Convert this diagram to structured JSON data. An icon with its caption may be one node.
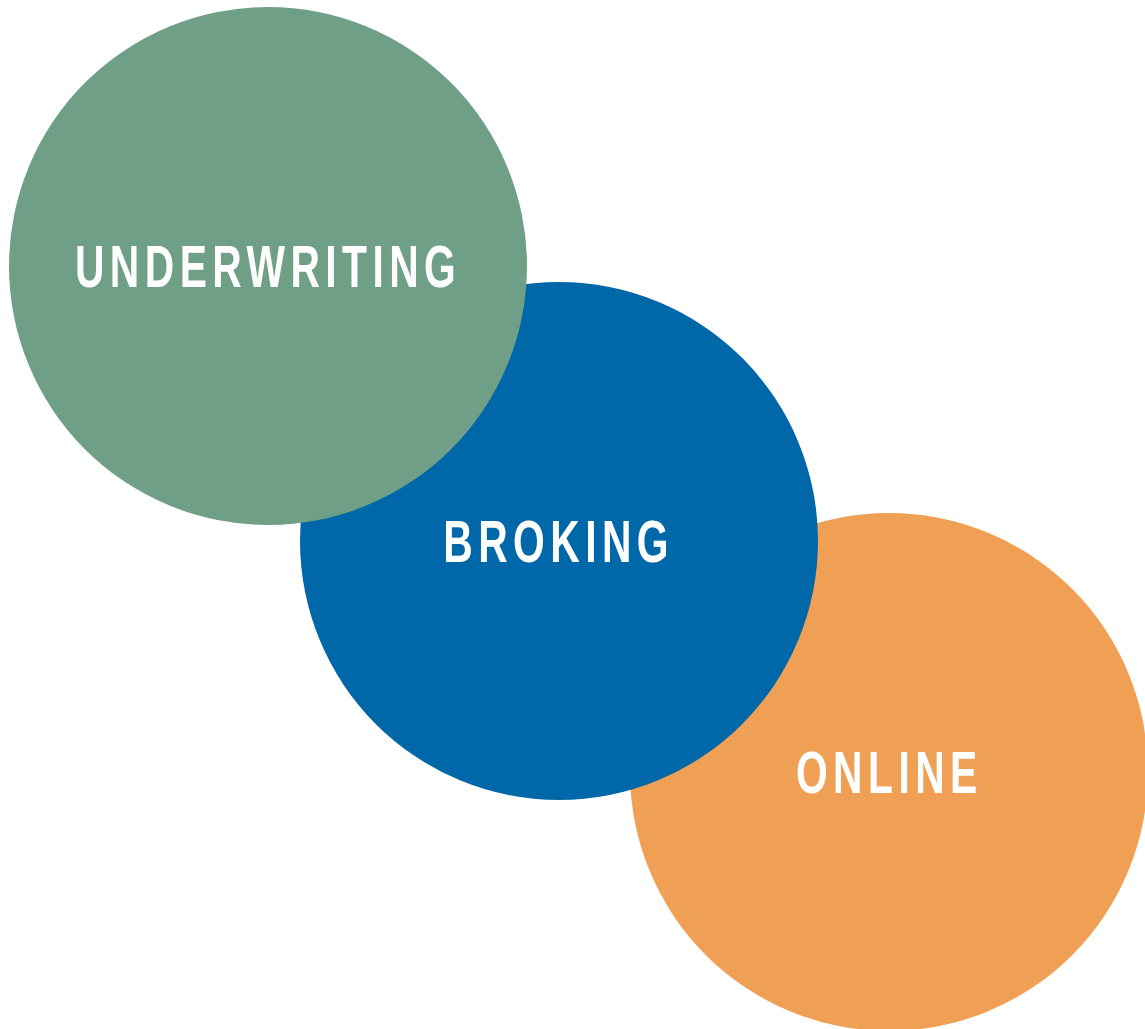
{
  "diagram": {
    "nodes": [
      {
        "text": [
          "UNDERWRITING"
        ]
      },
      {
        "text": [
          "BROKING"
        ]
      },
      {
        "text": [
          "ONLINE"
        ]
      }
    ]
  }
}
